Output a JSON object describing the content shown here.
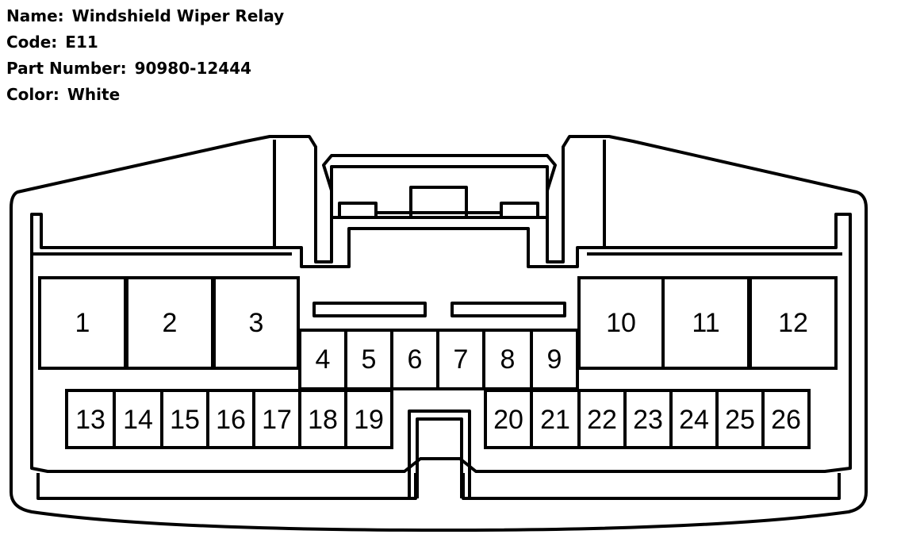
{
  "header": {
    "name_label": "Name:",
    "name_value": "Windshield Wiper Relay",
    "code_label": "Code:",
    "code_value": "E11",
    "part_label": "Part Number:",
    "part_value": "90980-12444",
    "color_label": "Color:",
    "color_value": "White"
  },
  "pins": [
    "1",
    "2",
    "3",
    "4",
    "5",
    "6",
    "7",
    "8",
    "9",
    "10",
    "11",
    "12",
    "13",
    "14",
    "15",
    "16",
    "17",
    "18",
    "19",
    "20",
    "21",
    "22",
    "23",
    "24",
    "25",
    "26"
  ]
}
